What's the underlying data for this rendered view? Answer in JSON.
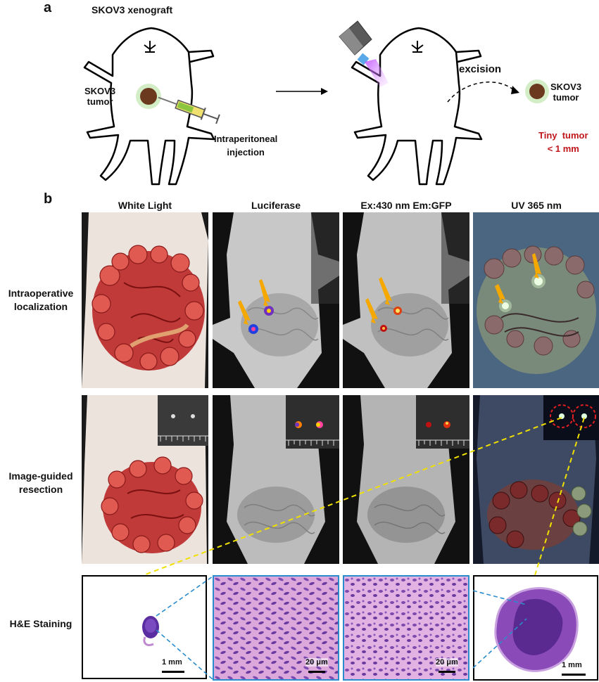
{
  "panel_a": {
    "letter": "a",
    "title": "SKOV3 xenograft",
    "tumor_label_left": "SKOV3\ntumor",
    "injection_label": "Intraperitoneal\ninjection",
    "excision_label": "excision",
    "tumor_label_right": "SKOV3\ntumor",
    "tiny_tumor_label": "Tiny  tumor\n< 1 mm"
  },
  "panel_b": {
    "letter": "b",
    "columns": [
      "White Light",
      "Luciferase",
      "Ex:430 nm Em:GFP",
      "UV 365 nm"
    ],
    "rows": [
      "Intraoperative\nlocalization",
      "Image-guided\nresection",
      "H&E Staining"
    ],
    "scalebars": [
      "1 mm",
      "20 μm",
      "20 μm",
      "1 mm"
    ]
  },
  "colors": {
    "tumor_brown": "#6b3a1e",
    "glow_green": "#b7e0a0",
    "arrow_orange": "#f5a800",
    "dashed_yellow": "#f0e000",
    "dashed_blue": "#2a8ccc",
    "circle_red": "#e02020",
    "he_pink": "#d9a3d9",
    "he_purple": "#6a3aa0"
  }
}
